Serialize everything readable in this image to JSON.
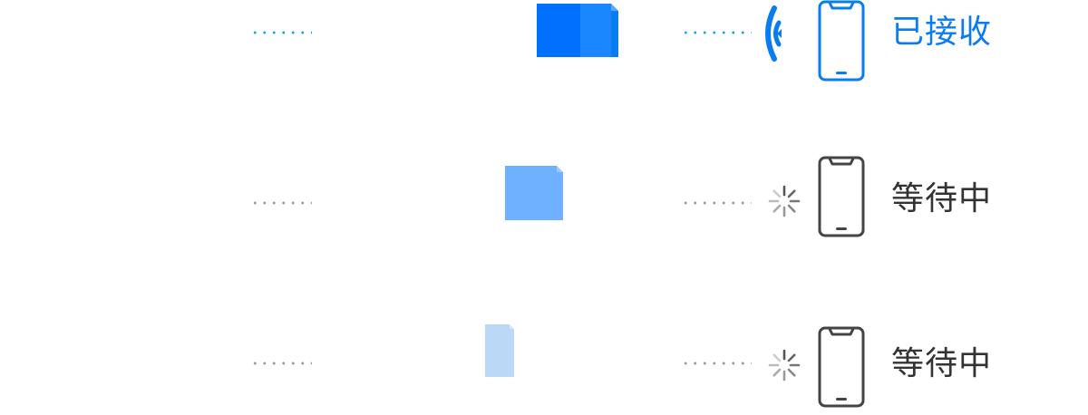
{
  "colors": {
    "received_accent": "#0a7cf2",
    "waiting_text": "#333333",
    "waiting_dots": "#9a9a9a",
    "received_dots": "#1aa6e8",
    "file_received": "#0a7cf2",
    "file_mid": "#6fb1ff",
    "file_light": "#bcd8f7"
  },
  "transfers": [
    {
      "status": "已接收",
      "state": "received",
      "file_icon": "file-icon",
      "status_icon": "wifi-signal-icon",
      "device_icon": "phone-icon"
    },
    {
      "status": "等待中",
      "state": "waiting",
      "file_icon": "file-icon",
      "status_icon": "loading-spinner-icon",
      "device_icon": "phone-icon"
    },
    {
      "status": "等待中",
      "state": "waiting",
      "file_icon": "file-icon",
      "status_icon": "loading-spinner-icon",
      "device_icon": "phone-icon"
    }
  ]
}
